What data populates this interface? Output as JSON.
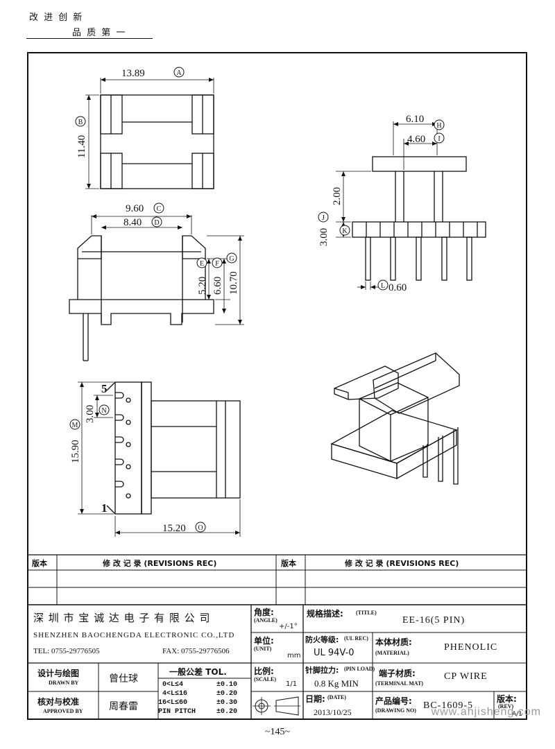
{
  "slogan": {
    "line1": "改 进 创 新",
    "line2": "品 质 第 一"
  },
  "dims": {
    "A": "13.89",
    "B": "11.40",
    "C": "9.60",
    "D": "8.40",
    "E": "5.20",
    "F": "6.60",
    "G": "10.70",
    "H": "6.10",
    "I": "4.60",
    "J": "2.00",
    "K": "3.00",
    "L": "0.60",
    "M": "15.90",
    "N": "3.00",
    "O": "15.20",
    "letters": [
      "A",
      "B",
      "C",
      "D",
      "E",
      "F",
      "G",
      "H",
      "I",
      "J",
      "K",
      "L",
      "M",
      "N",
      "O"
    ],
    "pin_first": "1",
    "pin_last": "5"
  },
  "revisions": {
    "header_left": "版本",
    "header_left_rec": "修 改 记 录 (REVISIONS REC)",
    "header_right": "版本",
    "header_right_rec": "修 改 记 录 (REVISIONS REC)"
  },
  "company": {
    "cn": "深 圳 市 宝 诚 达 电 子 有 限 公 司",
    "en": "SHENZHEN BAOCHENGDA ELECTRONIC CO.,LTD",
    "tel": "TEL: 0755-29776505",
    "fax": "FAX: 0755-29776506"
  },
  "titleblock": {
    "angle_cn": "角度:",
    "angle_en": "(ANGLE)",
    "angle_val": "+/-1°",
    "unit_cn": "单位:",
    "unit_en": "(UNIT)",
    "unit_val": "mm",
    "scale_cn": "比例:",
    "scale_en": "(SCALE)",
    "scale_val": "1/1",
    "title_cn": "规格描述:",
    "title_en": "(TITLE)",
    "title_val": "EE-16(5 PIN)",
    "ul_cn": "防火等级:",
    "ul_en": "(UL REC)",
    "ul_val": "UL 94V-0",
    "material_cn": "本体材质:",
    "material_en": "(MATERIAL)",
    "material_val": "PHENOLIC",
    "pinload_cn": "针脚拉力:",
    "pinload_en": "(PIN LOAD)",
    "pinload_val": "0.8 Kg MIN",
    "terminal_cn": "端子材质:",
    "terminal_en": "(TERMINAL MAT)",
    "terminal_val": "CP WIRE",
    "date_cn": "日期:",
    "date_en": "(DATE)",
    "date_val": "2013/10/25",
    "drawno_cn": "产品编号:",
    "drawno_en": "(DRAWING NO)",
    "drawno_val": "BC-1609-5",
    "rev_cn": "版本:",
    "rev_en": "(REV)",
    "rev_val": "A/1",
    "drawn_cn": "设计与绘图",
    "drawn_en": "DRAWN BY",
    "drawn_val": "曾仕球",
    "approved_cn": "核对与校准",
    "approved_en": "APPROVED BY",
    "approved_val": "周春雷",
    "tol_title": "一般公差 TOL.",
    "tol_rows": [
      {
        "range": "0<L≤4",
        "val": "±0.10"
      },
      {
        "range": "4<L≤16",
        "val": "±0.20"
      },
      {
        "range": "16<L≤60",
        "val": "±0.30"
      },
      {
        "range": "PIN PITCH",
        "val": "±0.20"
      }
    ]
  },
  "watermark": "www.ahjisheng.com",
  "page_number": "~145~"
}
